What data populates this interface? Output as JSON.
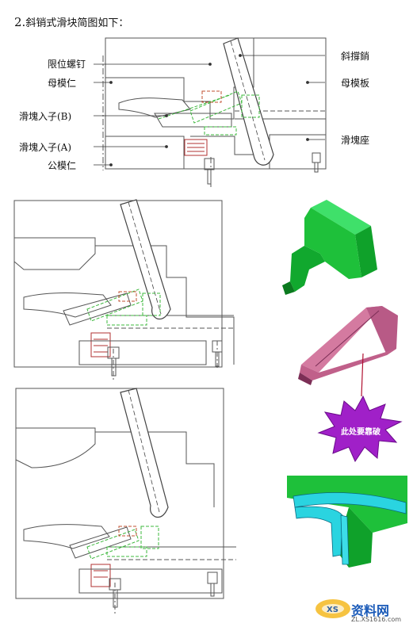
{
  "heading": {
    "number": "2.",
    "text": "斜销式滑块简图如下："
  },
  "labels": {
    "limit_screw": "限位螺钉",
    "cavity_insert": "母模仁",
    "slider_insert_b": "滑塊入子(B)",
    "slider_insert_a": "滑塊入子(A)",
    "core_insert": "公模仁",
    "angle_pin": "斜撐銷",
    "cavity_plate": "母模板",
    "slider_seat": "滑塊座"
  },
  "callout": {
    "text": "此处要靠破"
  },
  "watermark": {
    "brand": "资料网",
    "url": "ZL.XS1616.com"
  },
  "colors": {
    "slider_green": "#1ec03a",
    "slider_green_dark": "#0d8a22",
    "wedge_pink": "#c0608a",
    "wedge_pink_dark": "#8a3c62",
    "burst": "#a020c8",
    "line_gray": "#6a6a6a",
    "cad_green": "#3cb83c"
  },
  "icons": [
    "star-burst-icon",
    "watermark-logo-icon"
  ]
}
